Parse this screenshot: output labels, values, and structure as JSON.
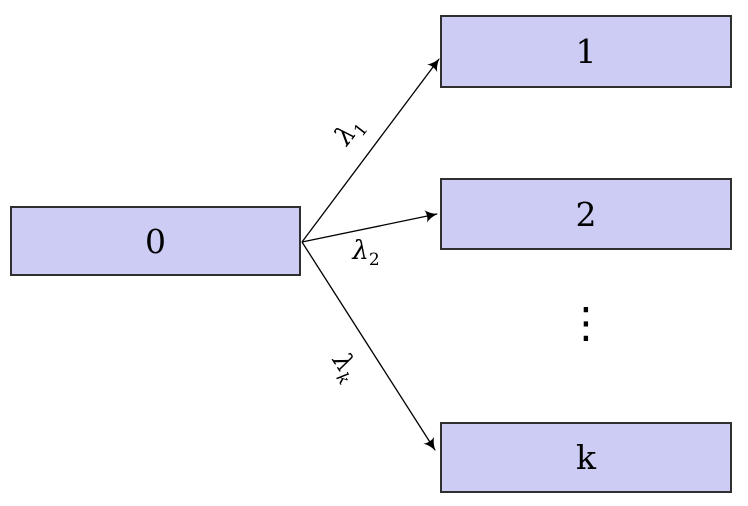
{
  "diagram": {
    "type": "state-transition-diagram",
    "nodes": [
      {
        "id": "0",
        "label": "0"
      },
      {
        "id": "1",
        "label": "1"
      },
      {
        "id": "2",
        "label": "2"
      },
      {
        "id": "k",
        "label": "k"
      }
    ],
    "edges": [
      {
        "from": "0",
        "to": "1",
        "symbol": "λ",
        "subscript": "1"
      },
      {
        "from": "0",
        "to": "2",
        "symbol": "λ",
        "subscript": "2"
      },
      {
        "from": "0",
        "to": "k",
        "symbol": "λ",
        "subscript": "k"
      }
    ],
    "ellipsis": "⋮",
    "colors": {
      "node_fill": "#ccccf5",
      "node_border": "#2f2f2f",
      "arrow": "#000000",
      "background": "#ffffff"
    }
  }
}
